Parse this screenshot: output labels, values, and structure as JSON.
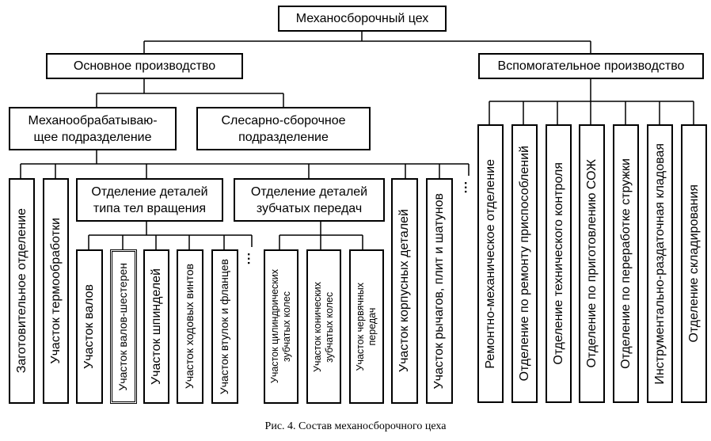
{
  "title": "Механосборочный цех",
  "main_production": "Основное производство",
  "aux_production": "Вспомогательное производство",
  "machining_division": "Механообрабатываю-\nщее подразделение",
  "assembly_division": "Слесарно-сборочное\nподразделение",
  "blank_department": "Заготовительное отделение",
  "heat_treatment": "Участок термообработки",
  "rotation_parts_dept": "Отделение деталей\nтипа тел вращения",
  "gear_parts_dept": "Отделение деталей\nзубчатых передач",
  "housing_parts": "Участок корпусных деталей",
  "levers_section": "Участок рычагов, плит и шатунов",
  "shafts": "Участок валов",
  "shaft_gears": "Участок валов-шестерен",
  "spindles": "Участок шпинделей",
  "lead_screws": "Участок ходовых винтов",
  "bushings": "Участок втулок и фланцев",
  "cylindrical_gears": "Участок цилиндрических\nзубчатых колес",
  "bevel_gears": "Участок конических\nзубчатых колес",
  "worm_gears": "Участок червячных\nпередач",
  "aux_depts": [
    "Ремонтно-механическое отделение",
    "Отделение по ремонту приспособлений",
    "Отделение технического контроля",
    "Отделение по приготовлению СОЖ",
    "Отделение по переработке стружки",
    "Инструментально-раздаточная кладовая",
    "Отделение складирования"
  ],
  "ellipsis": "...",
  "caption": "Рис. 4. Состав механосборочного цеха"
}
